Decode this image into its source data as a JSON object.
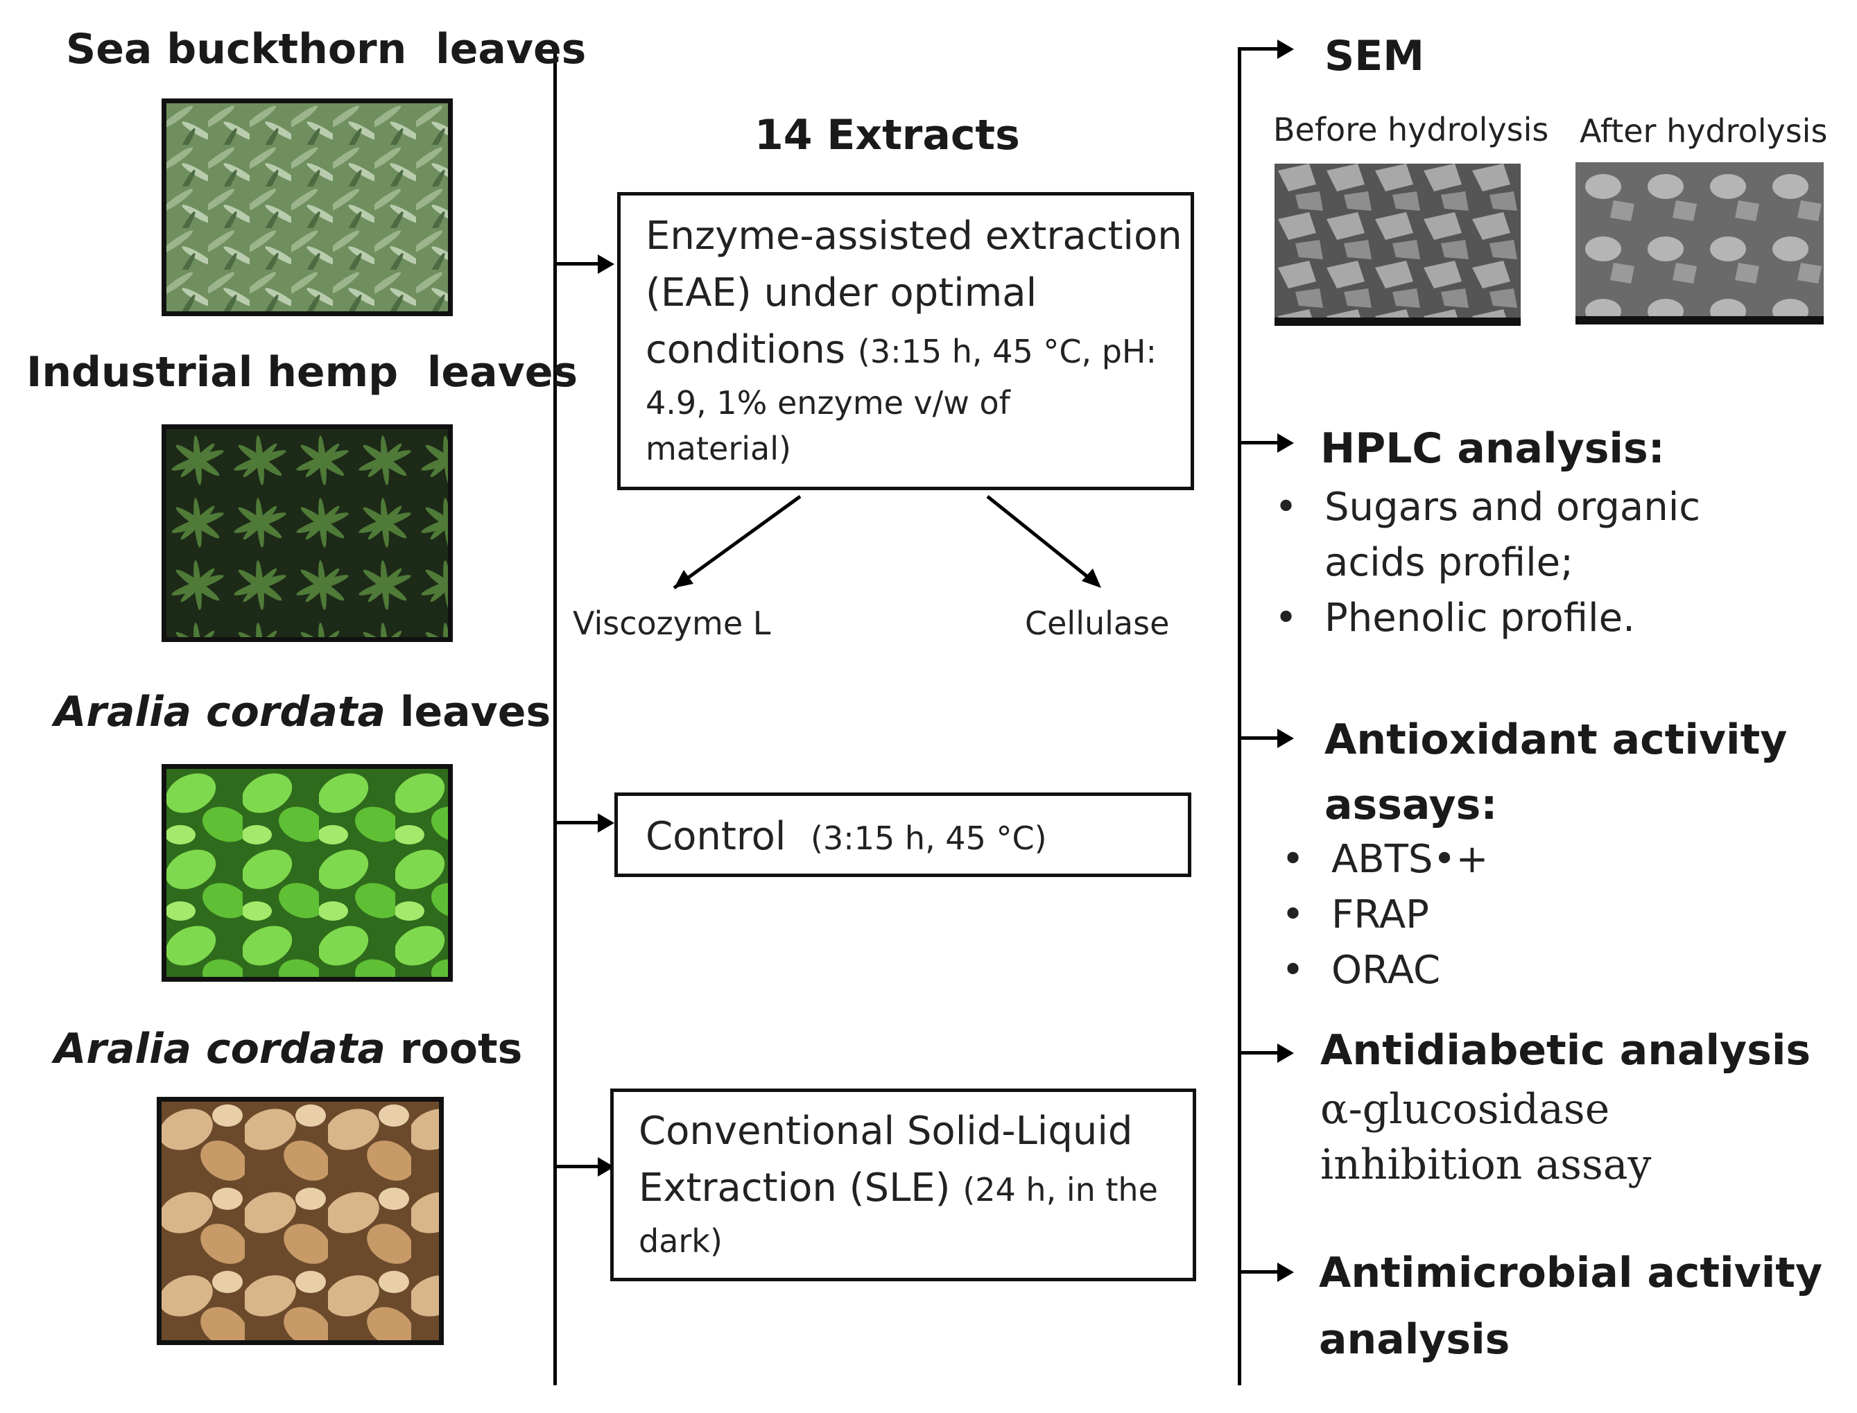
{
  "sources": {
    "sea_buckthorn": {
      "name": "Sea buckthorn",
      "part": "leaves"
    },
    "hemp": {
      "name": "Industrial hemp",
      "part": "leaves"
    },
    "aralia_leaves": {
      "name": "Aralia cordata",
      "part": "leaves"
    },
    "aralia_roots": {
      "name": "Aralia cordata",
      "part": "roots"
    }
  },
  "center": {
    "title": "14 Extracts",
    "eae": {
      "line1": "Enzyme-assisted extraction",
      "line2": "(EAE) under optimal",
      "line3_main": "conditions",
      "line3_small": "(3:15 h, 45 °C, pH:",
      "line4": "4.9, 1% enzyme  v/w of",
      "line5": "material)"
    },
    "enzymes": {
      "left": "Viscozyme L",
      "right": "Cellulase"
    },
    "control": {
      "main": "Control",
      "small": "(3:15 h, 45 °C)"
    },
    "sle": {
      "line1": "Conventional Solid-Liquid",
      "line2_main": "Extraction (SLE)",
      "line2_small": "(24 h, in the",
      "line3": "dark)"
    }
  },
  "analyses": {
    "sem": {
      "title": "SEM",
      "before": "Before hydrolysis",
      "after": "After hydrolysis"
    },
    "hplc": {
      "title": "HPLC analysis:",
      "items": [
        "Sugars and organic",
        "acids profile;",
        "Phenolic profile."
      ]
    },
    "antioxidant": {
      "title_line1": "Antioxidant activity",
      "title_line2": "assays:",
      "items": [
        "ABTS•+",
        "FRAP",
        "ORAC"
      ]
    },
    "antidiabetic": {
      "title": "Antidiabetic analysis",
      "line1": "α-glucosidase",
      "line2": "inhibition assay"
    },
    "antimicrobial": {
      "title_line1": "Antimicrobial activity",
      "title_line2": "analysis"
    }
  }
}
